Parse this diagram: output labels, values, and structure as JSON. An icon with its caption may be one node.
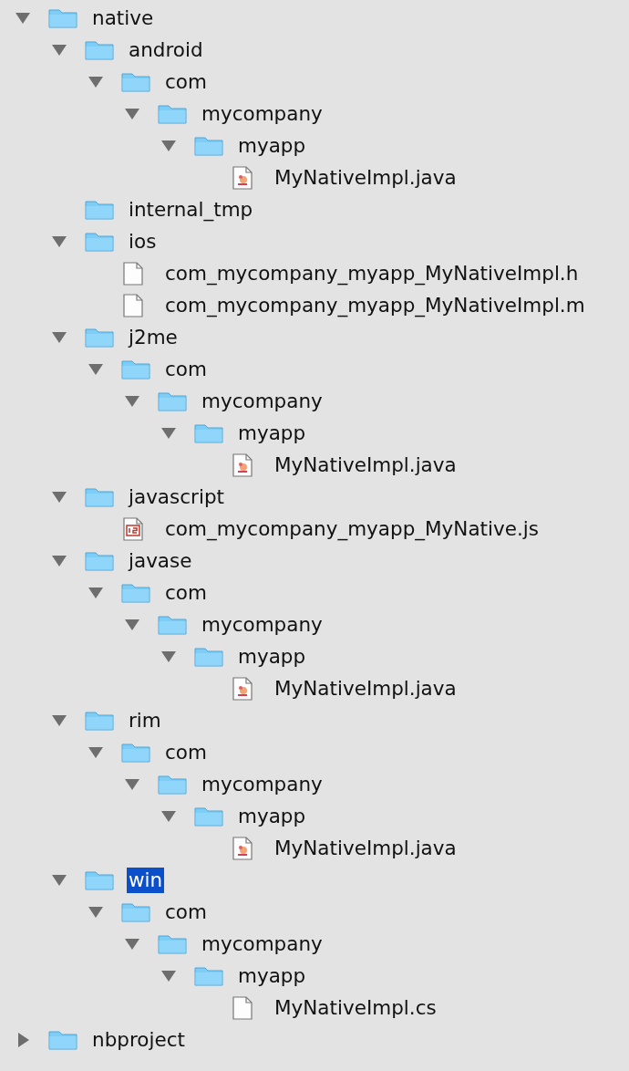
{
  "diagram": {
    "labels": [
      "native",
      "android",
      "com",
      "mycompany",
      "myapp",
      "MyNativeImpl.java",
      "internal_tmp",
      "ios",
      "com_mycompany_myapp_MyNativeImpl.h",
      "com_mycompany_myapp_MyNativeImpl.m",
      "j2me",
      "com",
      "mycompany",
      "myapp",
      "MyNativeImpl.java",
      "javascript",
      "com_mycompany_myapp_MyNative.js",
      "javase",
      "com",
      "mycompany",
      "myapp",
      "MyNativeImpl.java",
      "rim",
      "com",
      "mycompany",
      "myapp",
      "MyNativeImpl.java",
      "win",
      "com",
      "mycompany",
      "myapp",
      "MyNativeImpl.cs",
      "nbproject"
    ]
  }
}
